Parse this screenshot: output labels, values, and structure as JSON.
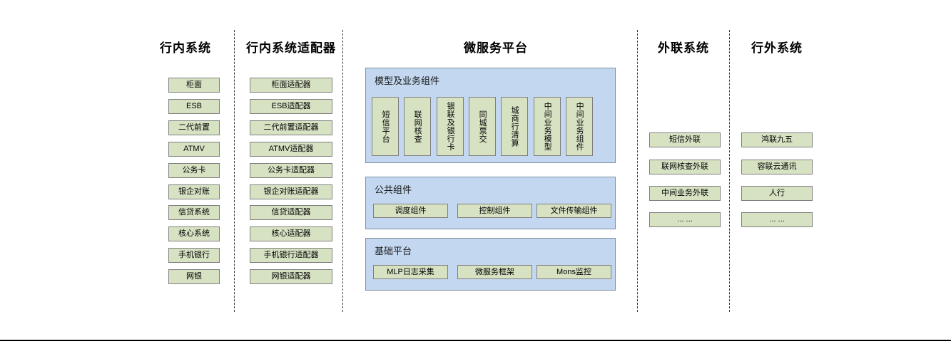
{
  "columns": [
    {
      "id": "bank-internal-systems",
      "title": "行内系统",
      "nodes": [
        "柜面",
        "ESB",
        "二代前置",
        "ATMV",
        "公务卡",
        "银企对账",
        "信贷系统",
        "核心系统",
        "手机银行",
        "网银"
      ]
    },
    {
      "id": "bank-internal-adapters",
      "title": "行内系统适配器",
      "nodes": [
        "柜面适配器",
        "ESB适配器",
        "二代前置适配器",
        "ATMV适配器",
        "公务卡适配器",
        "银企对账适配器",
        "信贷适配器",
        "核心适配器",
        "手机银行适配器",
        "网银适配器"
      ]
    },
    {
      "id": "microservice-platform",
      "title": "微服务平台"
    },
    {
      "id": "external-link-systems",
      "title": "外联系统",
      "nodes": [
        "短信外联",
        "联网核查外联",
        "中间业务外联",
        "... ..."
      ]
    },
    {
      "id": "outside-bank-systems",
      "title": "行外系统",
      "nodes": [
        "鸿联九五",
        "容联云通讯",
        "人行",
        "... ..."
      ]
    }
  ],
  "platform": {
    "panels": [
      {
        "id": "model-and-business-components",
        "title": "模型及业务组件",
        "orientation": "vertical",
        "nodes": [
          "短信平台",
          "联网核查",
          "银联及银行卡",
          "同城票交",
          "城商行清算",
          "中间业务模型",
          "中间业务组件"
        ]
      },
      {
        "id": "public-components",
        "title": "公共组件",
        "orientation": "horizontal",
        "nodes": [
          "调度组件",
          "控制组件",
          "文件传输组件"
        ]
      },
      {
        "id": "base-platform",
        "title": "基础平台",
        "orientation": "horizontal",
        "nodes": [
          "MLP日志采集",
          "微服务框架",
          "Mons监控"
        ]
      }
    ]
  },
  "colors": {
    "node_fill": "#d7e2c3",
    "node_border": "#7f7f7f",
    "panel_fill": "#c3d8f0",
    "panel_border": "#7e8fa3",
    "divider": "#3a3a3a",
    "text": "#000000"
  }
}
